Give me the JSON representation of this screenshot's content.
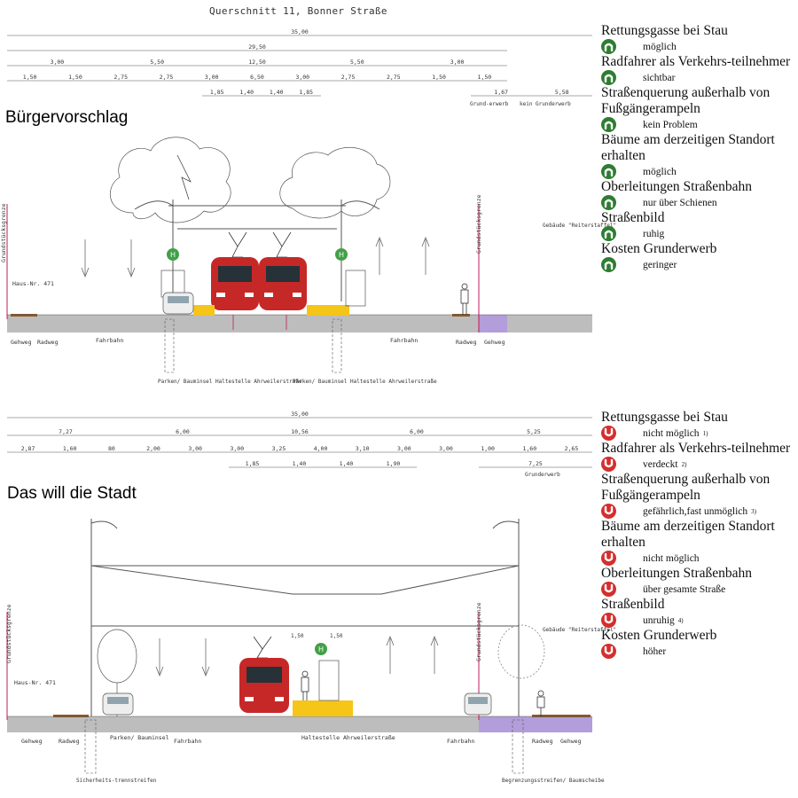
{
  "header": {
    "section_title": "Querschnitt 11, Bonner Straße"
  },
  "top": {
    "heading": "Bürgervorschlag",
    "dims_row1": [
      "35,00"
    ],
    "dims_row2": [
      "29,50"
    ],
    "dims_row3": [
      "3,00",
      "5,50",
      "12,50",
      "5,50",
      "3,00"
    ],
    "dims_row4": [
      "1,50",
      "1,50",
      "2,75",
      "2,75",
      "3,00",
      "6,50",
      "3,00",
      "2,75",
      "2,75",
      "1,50",
      "1,50"
    ],
    "dims_row5": [
      "1,85",
      "1,40",
      "1,40",
      "1,85",
      "1,67",
      "5,58"
    ],
    "notes": {
      "grunderwerb": "Grund-erwerb",
      "kein": "kein Grunderwerb"
    },
    "labels": {
      "grenze_l": "Grundstücksgrenze",
      "grenze_r": "Grundstücksgrenze",
      "hausnr": "Haus-Nr. 471",
      "gebaeude": "Gebäude \"Reiterstaffel\"",
      "gehweg_l": "Gehweg",
      "radweg_l": "Radweg",
      "fahrbahn_l": "Fahrbahn",
      "fahrbahn_r": "Fahrbahn",
      "radweg_r": "Radweg",
      "gehweg_r": "Gehweg",
      "parken_l": "Parken/ Bauminsel Haltestelle Ahrweilerstraße",
      "parken_r": "Parken/ Bauminsel Haltestelle Ahrweilerstraße",
      "stop_l": "H",
      "stop_r": "H"
    },
    "criteria": [
      {
        "title": "Rettungsgasse bei Stau",
        "value": "möglich",
        "note": "",
        "status": "good"
      },
      {
        "title": "Radfahrer als Verkehrs-teilnehmer",
        "value": "sichtbar",
        "note": "",
        "status": "good"
      },
      {
        "title": "Straßenquerung außerhalb von Fußgängerampeln",
        "value": "kein Problem",
        "note": "",
        "status": "good"
      },
      {
        "title": "Bäume am derzeitigen Standort erhalten",
        "value": "möglich",
        "note": "",
        "status": "good"
      },
      {
        "title": "Oberleitungen Straßenbahn",
        "value": "nur über Schienen",
        "note": "",
        "status": "good"
      },
      {
        "title": "Straßenbild",
        "value": "ruhig",
        "note": "",
        "status": "good"
      },
      {
        "title": "Kosten Grunderwerb",
        "value": "geringer",
        "note": "",
        "status": "good"
      }
    ]
  },
  "bottom": {
    "heading": "Das will die Stadt",
    "dims_row1": [
      "35,00"
    ],
    "dims_row2": [
      "7,27",
      "6,00",
      "10,56",
      "6,00",
      "5,25"
    ],
    "dims_row3": [
      "2,87",
      "1,60",
      "80",
      "2,00",
      "3,00",
      "3,00",
      "3,25",
      "4,00",
      "3,10",
      "3,00",
      "3,00",
      "1,00",
      "1,60",
      "2,65"
    ],
    "dims_row4": [
      "1,85",
      "1,40",
      "1,40",
      "1,90",
      "7,25"
    ],
    "notes": {
      "grunderwerb": "Grunderwerb"
    },
    "labels": {
      "grenze_l": "Grundstücksgrenze",
      "grenze_r": "Grundstücksgrenze",
      "hausnr": "Haus-Nr. 471",
      "gebaeude": "Gebäude \"Reiterstaffel\"",
      "gehweg_l": "Gehweg",
      "radweg_l": "Radweg",
      "parken": "Parken/ Bauminsel",
      "fahrbahn_l": "Fahrbahn",
      "haltestelle": "Haltestelle Ahrweilerstraße",
      "fahrbahn_r": "Fahrbahn",
      "radweg_r": "Radweg",
      "gehweg_r": "Gehweg",
      "sicherheit": "Sicherheits-trennstreifen",
      "begrenzung": "Begrenzungsstreifen/ Baumscheibe",
      "stop": "H",
      "d150a": "1,50",
      "d150b": "1,50"
    },
    "criteria": [
      {
        "title": "Rettungsgasse bei Stau",
        "value": "nicht möglich",
        "note": "1)",
        "status": "bad"
      },
      {
        "title": "Radfahrer als Verkehrs-teilnehmer",
        "value": "verdeckt",
        "note": "2)",
        "status": "bad"
      },
      {
        "title": "Straßenquerung außerhalb von Fußgängerampeln",
        "value": "gefährlich,fast unmöglich",
        "note": "3)",
        "status": "bad"
      },
      {
        "title": "Bäume am derzeitigen Standort erhalten",
        "value": "nicht möglich",
        "note": "",
        "status": "bad"
      },
      {
        "title": "Oberleitungen Straßenbahn",
        "value": "über gesamte Straße",
        "note": "",
        "status": "bad"
      },
      {
        "title": "Straßenbild",
        "value": "unruhig",
        "note": "4)",
        "status": "bad"
      },
      {
        "title": "Kosten Grunderwerb",
        "value": "höher",
        "note": "",
        "status": "bad"
      }
    ]
  },
  "colors": {
    "good": "#2e7d32",
    "bad": "#d32f2f",
    "tram": "#c62828",
    "platform": "#f5c518",
    "road": "#bdbdbd",
    "lilac": "#b39ddb"
  }
}
